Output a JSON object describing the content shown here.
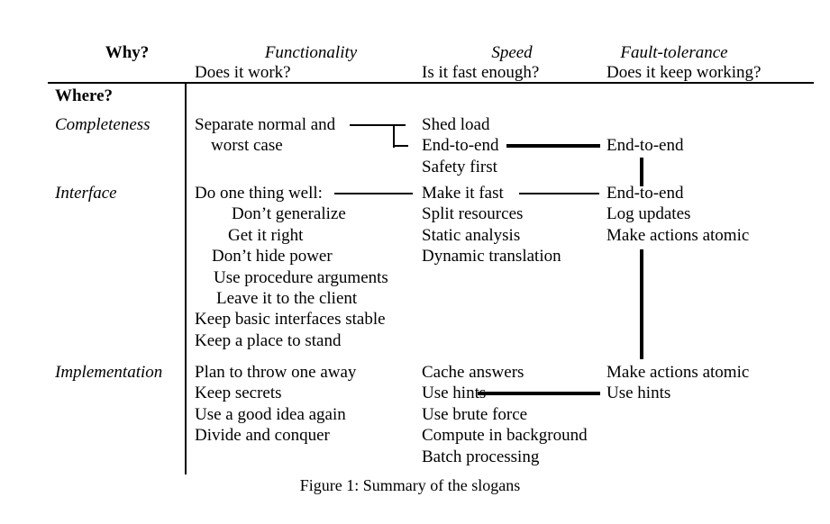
{
  "figure": {
    "caption": "Figure 1: Summary of the slogans"
  },
  "header": {
    "why_label": "Why?",
    "where_label": "Where?",
    "columns": [
      {
        "title": "Functionality",
        "question": "Does it work?"
      },
      {
        "title": "Speed",
        "question": "Is it fast enough?"
      },
      {
        "title": "Fault-tolerance",
        "question": "Does it keep working?"
      }
    ]
  },
  "rows": [
    {
      "label": "Completeness",
      "functionality": [
        "Separate normal and",
        "worst case"
      ],
      "speed": [
        "Shed load",
        "End-to-end",
        "Safety first"
      ],
      "fault_tolerance": [
        "End-to-end"
      ]
    },
    {
      "label": "Interface",
      "functionality": [
        "Do one thing well:",
        "Don’t generalize",
        "Get it right",
        "Don’t hide power",
        "Use procedure arguments",
        "Leave it to the client",
        "Keep basic interfaces stable",
        "Keep a place to stand"
      ],
      "speed": [
        "Make it fast",
        "Split resources",
        "Static analysis",
        "Dynamic translation"
      ],
      "fault_tolerance": [
        "End-to-end",
        "Log updates",
        "Make actions atomic"
      ]
    },
    {
      "label": "Implementation",
      "functionality": [
        "Plan to throw one away",
        "Keep secrets",
        "Use a good idea again",
        "Divide and conquer"
      ],
      "speed": [
        "Cache answers",
        "Use hints",
        "Use brute force",
        "Compute in background",
        "Batch processing"
      ],
      "fault_tolerance": [
        "Make actions atomic",
        "Use hints"
      ]
    }
  ],
  "connections": [
    {
      "from": "Separate normal and worst case (functionality)",
      "to": "Shed load (speed)",
      "weight": "thin"
    },
    {
      "from": "Separate normal and worst case (functionality)",
      "to": "End-to-end (speed)",
      "weight": "thin"
    },
    {
      "from": "End-to-end (speed, completeness)",
      "to": "End-to-end (fault-tolerance, completeness)",
      "weight": "thick"
    },
    {
      "from": "End-to-end (fault-tolerance, completeness)",
      "to": "End-to-end (fault-tolerance, interface)",
      "weight": "thick"
    },
    {
      "from": "Do one thing well: (functionality)",
      "to": "Make it fast (speed)",
      "weight": "thin"
    },
    {
      "from": "Make it fast (speed)",
      "to": "End-to-end (fault-tolerance, interface)",
      "weight": "thin"
    },
    {
      "from": "Make actions atomic (interface)",
      "to": "Make actions atomic (implementation)",
      "weight": "thick"
    },
    {
      "from": "Use hints (speed)",
      "to": "Use hints (fault-tolerance)",
      "weight": "thick"
    }
  ],
  "colors": {
    "text": "#000000",
    "background": "#ffffff",
    "rule": "#000000"
  }
}
